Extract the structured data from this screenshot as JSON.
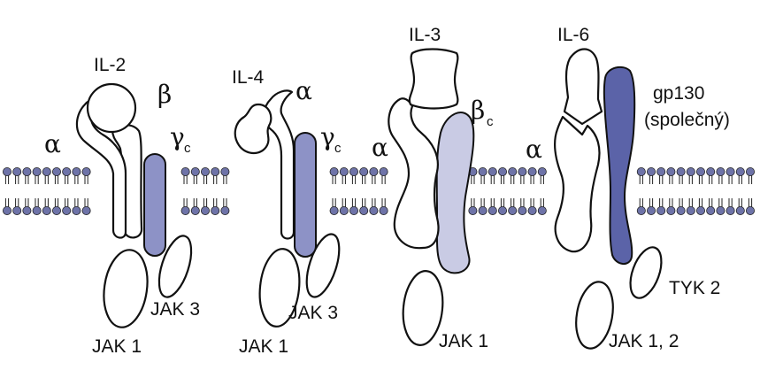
{
  "colors": {
    "gamma_c": "#8d92c6",
    "beta_c": "#c9cbe4",
    "gp130": "#5b63a8",
    "lipid_head": "#6e73a8",
    "outline": "#111111"
  },
  "receptors": {
    "il2": {
      "ligand": "IL-2",
      "alpha": "α",
      "beta": "β",
      "gamma": "γ",
      "gamma_sub": "c",
      "kinase_right": "JAK 3",
      "kinase_left": "JAK 1"
    },
    "il4": {
      "ligand": "IL-4",
      "alpha": "α",
      "gamma": "γ",
      "gamma_sub": "c",
      "kinase_right": "JAK 3",
      "kinase_left": "JAK 1"
    },
    "il3": {
      "ligand": "IL-3",
      "alpha": "α",
      "beta": "β",
      "beta_sub": "c",
      "kinase": "JAK 1"
    },
    "il6": {
      "ligand": "IL-6",
      "alpha": "α",
      "gp130_line1": "gp130",
      "gp130_line2": "(společný)",
      "kinase_right": "TYK 2",
      "kinase_left": "JAK 1, 2"
    }
  }
}
